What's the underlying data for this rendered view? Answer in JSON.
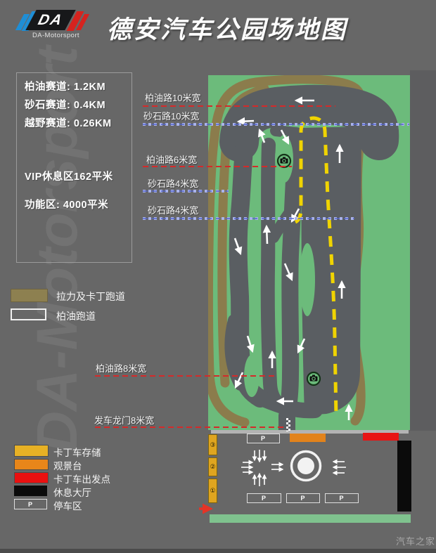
{
  "header": {
    "logo_main": "DA",
    "logo_sub": "DA-Motorsport",
    "title": "德安汽车公园场地图"
  },
  "info_box": {
    "track_lines": [
      "柏油赛道: 1.2KM",
      "砂石赛道: 0.4KM",
      "越野赛道: 0.26KM"
    ],
    "area_lines": [
      "VIP休息区162平米",
      "功能区: 4000平米"
    ]
  },
  "track_legend": [
    {
      "label": "拉力及卡丁跑道",
      "color": "#8d8050"
    },
    {
      "label": "柏油跑道",
      "color": "white-outline"
    }
  ],
  "map_labels": [
    {
      "text": "柏油路10米宽",
      "line": "red-dashed"
    },
    {
      "text": "砂石路10米宽",
      "line": "blue-dashed"
    },
    {
      "text": "柏油路6米宽",
      "line": "red-dashed"
    },
    {
      "text": "砂石路4米宽",
      "line": "blue-dashed"
    },
    {
      "text": "砂石路4米宽",
      "line": "blue-dashed"
    },
    {
      "text": "柏油路8米宽",
      "line": "red-dashed"
    },
    {
      "text": "发车龙门8米宽",
      "line": "red-dashed"
    }
  ],
  "facility_legend": [
    {
      "label": "卡丁车存储",
      "color": "#e7b125"
    },
    {
      "label": "观景台",
      "color": "#e8861a"
    },
    {
      "label": "卡丁车出发点",
      "color": "#ea1010"
    },
    {
      "label": "休息大厅",
      "color": "#0b0b0b"
    },
    {
      "label": "停车区",
      "symbol": "P"
    }
  ],
  "paddock": {
    "p_label": "P",
    "zone_numbers": [
      "③",
      "②",
      "①"
    ]
  },
  "watermarks": {
    "left": "DA-Motorsport",
    "bottom_right": "汽车之家"
  },
  "icons": {
    "camera": "camera-icon",
    "start_gantry": "checkered-line-icon",
    "entrance": "red-right-arrow-icon"
  },
  "colors": {
    "page_bg": "#676767",
    "map_green": "#6cbb7b",
    "asphalt_gray": "#5a5e62",
    "rally_olive": "#8b7c4c",
    "kart_line_yellow": "#f0d400",
    "red_line": "#d42a2a",
    "blue_line": "#8f9ae0",
    "green_bar": "#7fc28e",
    "road_bar": "#b3b3b3"
  }
}
